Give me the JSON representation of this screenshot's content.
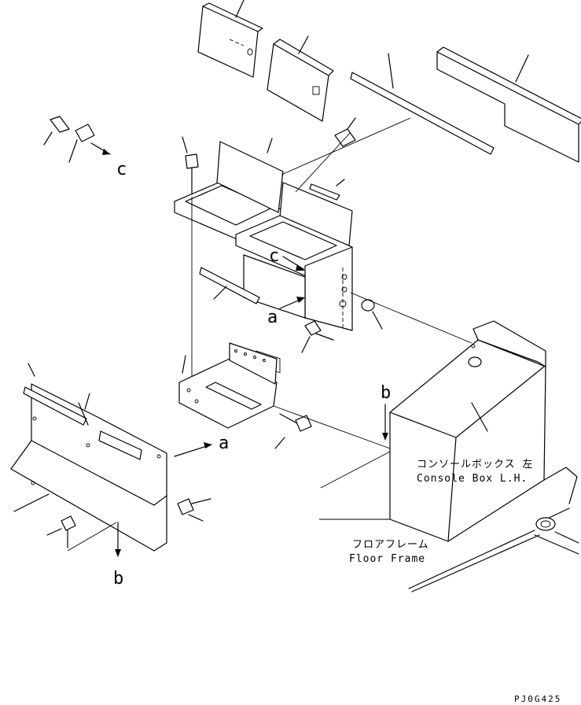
{
  "callouts": {
    "c_left": "c",
    "c_mid": "c",
    "a_mid": "a",
    "a_right": "a",
    "b_top": "b",
    "b_bottom": "b"
  },
  "console_box": {
    "jp": "コンソールボックス 左",
    "en": "Console Box L.H."
  },
  "floor_frame": {
    "jp": "フロアフレーム",
    "en": "Floor Frame"
  },
  "drawing_code": "PJ0G425"
}
